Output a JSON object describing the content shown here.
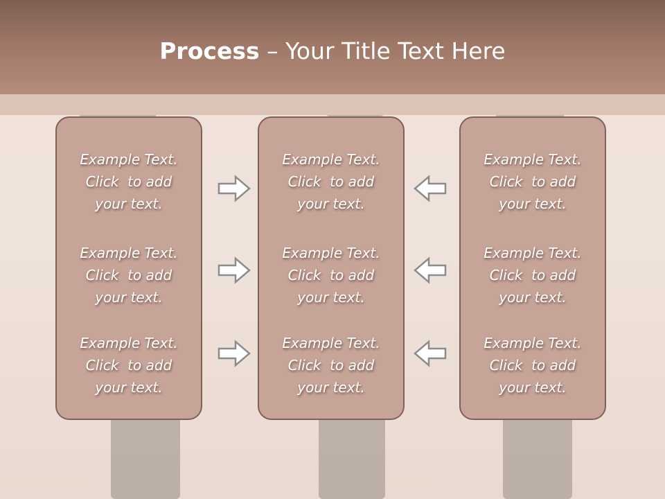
{
  "slide": {
    "title_bold": "Process",
    "title_rest": " – Your Title Text Here"
  },
  "colors": {
    "header": "#9e7666",
    "box_fill": "#c6a497",
    "box_border": "#7e6257",
    "text": "#ffffff"
  },
  "columns": [
    {
      "items": [
        "Example Text.\nClick  to add\nyour text.",
        "Example Text.\nClick  to add\nyour text.",
        "Example Text.\nClick  to add\nyour text."
      ]
    },
    {
      "items": [
        "Example Text.\nClick  to add\nyour text.",
        "Example Text.\nClick  to add\nyour text.",
        "Example Text.\nClick  to add\nyour text."
      ]
    },
    {
      "items": [
        "Example Text.\nClick  to add\nyour text.",
        "Example Text.\nClick  to add\nyour text.",
        "Example Text.\nClick  to add\nyour text."
      ]
    }
  ],
  "arrows": {
    "left_group": "right-arrow-icon",
    "right_group": "left-arrow-icon"
  }
}
